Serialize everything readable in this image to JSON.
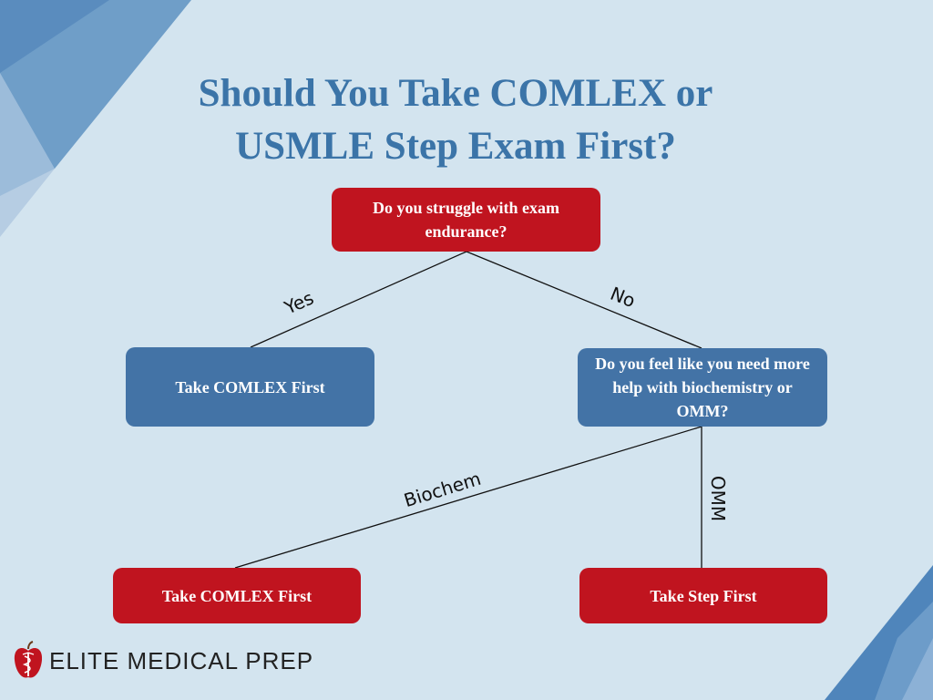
{
  "title": {
    "line1": "Should You Take COMLEX or",
    "line2": "USMLE Step Exam First?"
  },
  "nodes": {
    "q1": "Do you struggle with exam endurance?",
    "yes_result": "Take COMLEX First",
    "q2": "Do you feel like you need more help with biochemistry or OMM?",
    "biochem_result": "Take COMLEX First",
    "omm_result": "Take Step First"
  },
  "edges": {
    "yes": "Yes",
    "no": "No",
    "biochem": "Biochem",
    "omm": "OMM"
  },
  "logo": {
    "text": "ELITE MEDICAL PREP",
    "icon": "apple-caduceus-icon"
  },
  "colors": {
    "background": "#d3e4ef",
    "title": "#3b74a8",
    "red_node": "#c0141f",
    "blue_node": "#4373a6"
  }
}
